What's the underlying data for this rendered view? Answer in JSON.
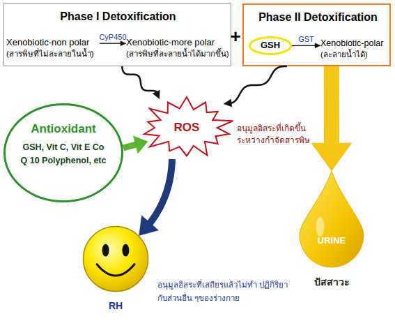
{
  "diagram": {
    "nodes": [
      {
        "text": [
          "Phase I Detoxification"
        ]
      },
      {
        "text": [
          "Xenobiotic-non polar",
          "(สารพิษที่ไม่ละลายในน้ำ)"
        ],
        "in": 0
      },
      {
        "text": [
          "Xenobiotic-more polar",
          "(สารพิษที่ละลายน้ำได้มากขึ้น)"
        ],
        "in": 0
      },
      {
        "text": [
          "Phase II Detoxification"
        ]
      },
      {
        "text": [
          "GSH"
        ],
        "in": 3
      },
      {
        "text": [
          "Xenobiotic-polar",
          "(ละลายน้ำได้)"
        ],
        "in": 3
      },
      {
        "text": [
          "Antioxidant",
          "GSH, Vit C, Vit E Co Q 10 Polyphenol, etc"
        ]
      },
      {
        "text": [
          "ROS",
          "อนุมูลอิสระที่เกิดขึ้น ระหว่างกำจัดสารพิษ"
        ]
      },
      {
        "text": [
          "RH",
          "อนุมูลอิสระที่เสถียรแล้วไม่ทำ ปฏิกิริยากับส่วนอื่น ๆของร่างกาย"
        ]
      },
      {
        "text": [
          "URINE",
          "ปัสสาวะ"
        ]
      }
    ],
    "edges": [
      {
        "from": 1,
        "to": 2,
        "arrow": "to",
        "label": "CyP450"
      },
      {
        "from": 4,
        "to": 5,
        "arrow": "to",
        "label": "GST"
      },
      {
        "from": 0,
        "to": 7,
        "arrow": "to"
      },
      {
        "from": 3,
        "to": 7,
        "arrow": "to"
      },
      {
        "from": 6,
        "to": 7,
        "arrow": "to"
      },
      {
        "from": 7,
        "to": 8,
        "arrow": "to"
      },
      {
        "from": 3,
        "to": 9,
        "arrow": "to"
      }
    ],
    "labels": [
      "+"
    ]
  }
}
